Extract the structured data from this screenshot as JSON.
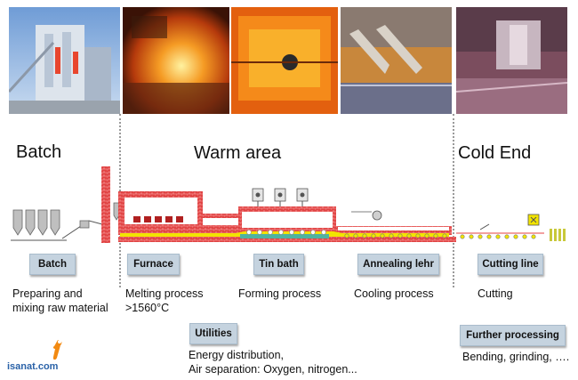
{
  "zones": {
    "batch": "Batch",
    "warm": "Warm area",
    "cold": "Cold End"
  },
  "stages": [
    {
      "id": "batch",
      "label": "Batch",
      "description": [
        "Preparing and",
        "mixing raw material"
      ]
    },
    {
      "id": "furnace",
      "label": "Furnace",
      "description": [
        "Melting process",
        ">1560°C"
      ]
    },
    {
      "id": "tin-bath",
      "label": "Tin bath",
      "description": [
        "Forming process"
      ]
    },
    {
      "id": "annealing-lehr",
      "label": "Annealing lehr",
      "description": [
        "Cooling process"
      ]
    },
    {
      "id": "cutting-line",
      "label": "Cutting line",
      "description": [
        "Cutting"
      ]
    },
    {
      "id": "utilities",
      "label": "Utilities",
      "description": [
        "Energy distribution,",
        "Air separation: Oxygen, nitrogen..."
      ]
    },
    {
      "id": "further-processing",
      "label": "Further processing",
      "description": [
        "Bending, grinding, …."
      ]
    }
  ],
  "logo": {
    "text": "isanat.com"
  },
  "colors": {
    "refractory": "#d83a3a",
    "glass_melt": "#f2e400",
    "tin": "#4fb3a0",
    "chip_bg": "#c5d3df"
  }
}
